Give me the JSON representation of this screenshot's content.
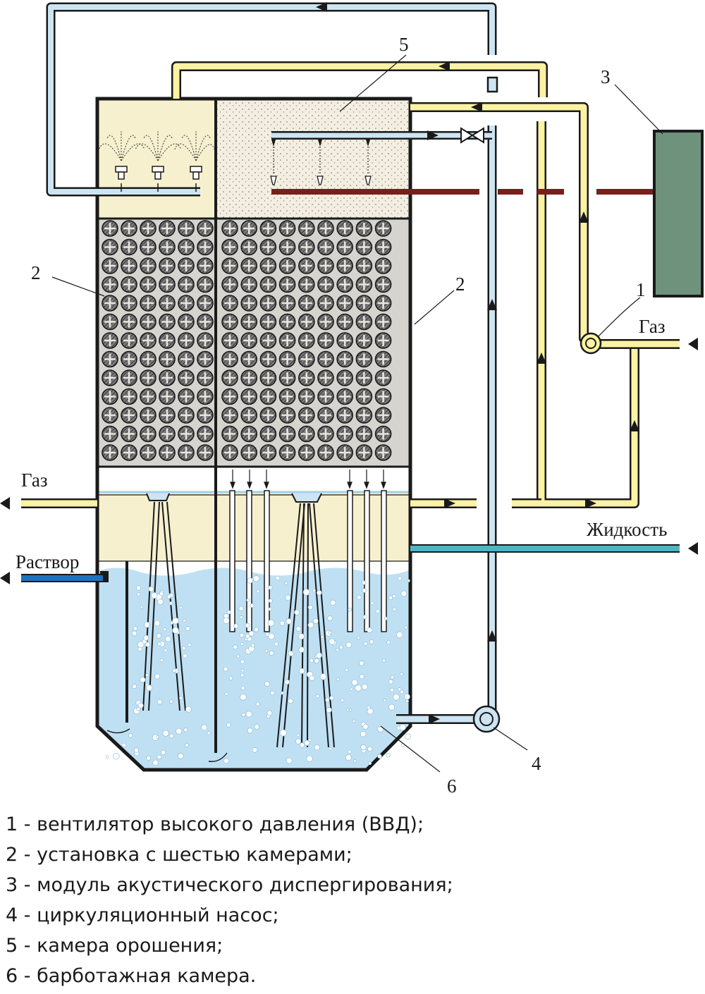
{
  "labels": {
    "n1": "1",
    "n2_left": "2",
    "n2_right": "2",
    "n3": "3",
    "n4": "4",
    "n5": "5",
    "n6": "6"
  },
  "flows": {
    "gas_in": "Газ",
    "gas_right": "Газ",
    "liquid": "Жидкость",
    "solution": "Раствор"
  },
  "legend": [
    "1 - вентилятор высокого давления (ВВД);",
    "2 - установка с шестью камерами;",
    "3 - модуль акустического диспергирования;",
    "4 - циркуляционный насос;",
    "5 - камера орошения;",
    "6 - барботажная камера."
  ],
  "colors": {
    "outline": "#1a1a1a",
    "gas_pipe": "#fbf3a3",
    "water_pipe": "#cde4f2",
    "teal_pipe": "#4fb4c4",
    "solution_pipe": "#1e73be",
    "dark_red_pipe": "#7c1d1d",
    "module": "#6f927d",
    "water": "#bfe0f3",
    "foam": "#f7f0cf",
    "packing_bg": "#d6d4cf"
  }
}
